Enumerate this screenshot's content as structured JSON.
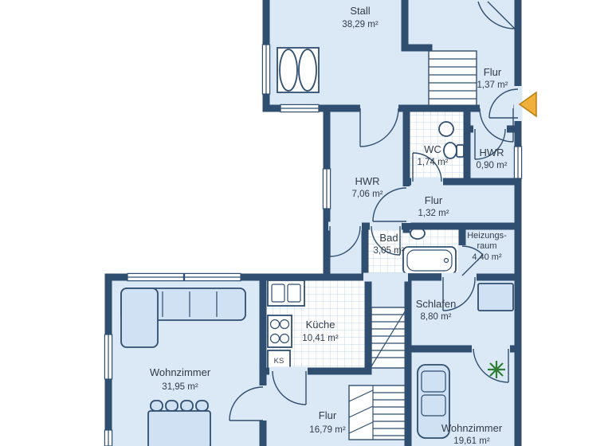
{
  "plan": {
    "colors": {
      "wall": "#2f4e70",
      "floor": "#dbe8f6",
      "furniture": "#cfe1f3",
      "tile_line": "#c6daee",
      "text": "#323c48",
      "entrance_arrow": "#f0b13c",
      "entrance_arrow_outline": "#b97f12",
      "plant": "#2f7d33"
    },
    "rooms": [
      {
        "id": "stall",
        "name": "Stall",
        "area": "38,29 m²"
      },
      {
        "id": "flur-og",
        "name": "Flur",
        "area": "1,37 m²"
      },
      {
        "id": "wc",
        "name": "WC",
        "area": "1,74 m²"
      },
      {
        "id": "hwr-small",
        "name": "HWR",
        "area": "0,90 m²"
      },
      {
        "id": "hwr",
        "name": "HWR",
        "area": "7,06 m²"
      },
      {
        "id": "flur-mid",
        "name": "Flur",
        "area": "1,32 m²"
      },
      {
        "id": "bad",
        "name": "Bad",
        "area": "3,05 m²"
      },
      {
        "id": "heizungsraum",
        "name": "Heizungs-",
        "name2": "raum",
        "area": "4,40 m²"
      },
      {
        "id": "schlafen",
        "name": "Schlafen",
        "area": "8,80 m²"
      },
      {
        "id": "kueche",
        "name": "Küche",
        "area": "10,41 m²"
      },
      {
        "id": "wohnzimmer-1",
        "name": "Wohnzimmer",
        "area": "31,95 m²"
      },
      {
        "id": "flur-eg",
        "name": "Flur",
        "area": "16,79 m²"
      },
      {
        "id": "wohnzimmer-2",
        "name": "Wohnzimmer",
        "area": "19,61 m²"
      }
    ],
    "labels": {
      "ks": "KS"
    }
  }
}
